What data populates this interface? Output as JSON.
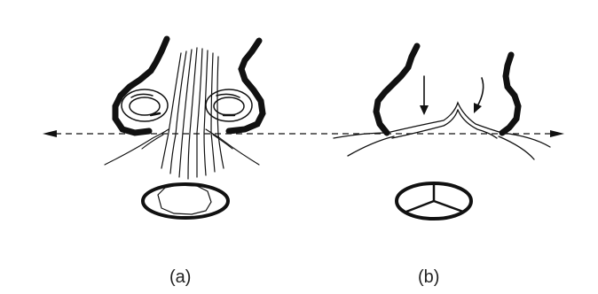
{
  "panels": [
    {
      "id": "a",
      "label": "(a)"
    },
    {
      "id": "b",
      "label": "(b)"
    }
  ],
  "colors": {
    "ink": "#111111",
    "background": "#ffffff"
  }
}
